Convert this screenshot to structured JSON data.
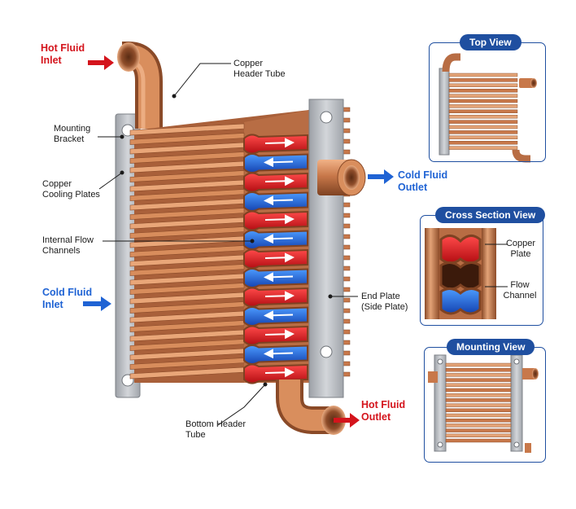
{
  "labels": {
    "hot_fluid_inlet": "Hot Fluid\nInlet",
    "copper_header_tube": "Copper\nHeader Tube",
    "mounting_bracket": "Mounting\nBracket",
    "copper_cooling_plates": "Copper\nCooling Plates",
    "cold_fluid_outlet": "Cold Fluid\nOutlet",
    "internal_flow_channels": "Internal Flow\nChannels",
    "cold_fluid_inlet": "Cold Fluid\nInlet",
    "end_plate": "End Plate\n(Side Plate)",
    "bottom_header_tube": "Bottom Header\nTube",
    "hot_fluid_outlet": "Hot Fluid\nOutlet"
  },
  "insets": {
    "top_view": {
      "title": "Top View"
    },
    "cross_section_view": {
      "title": "Cross Section View",
      "copper_plate": "Copper\nPlate",
      "flow_channel": "Flow\nChannel"
    },
    "mounting_view": {
      "title": "Mounting View"
    }
  },
  "colors": {
    "hot": "#d4141c",
    "cold": "#1f63d4",
    "copper": "#c8784a",
    "steel": "#b9bcc1",
    "panel_border": "#1f4fa0"
  }
}
